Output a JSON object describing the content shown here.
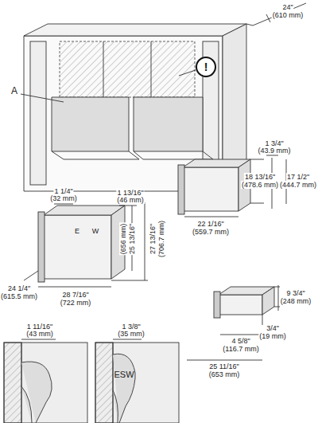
{
  "diagram": {
    "nodes": [
      {
        "text": [
          "!"
        ]
      }
    ],
    "labels": [
      "24\"",
      "(610 mm)",
      "A",
      "1 3/4\"",
      "(43.9 mm)",
      "18 13/16\"",
      "(478.6 mm)",
      "17 1/2\"",
      "(444.7 mm)",
      "22 1/16\"",
      "(559.7 mm)",
      "1 1/4\"",
      "(32 mm)",
      "1 13/16\"",
      "(46 mm)",
      "25 13/16\"",
      "(656 mm)",
      "27 13/16\"",
      "(706.7 mm)",
      "24 1/4\"",
      "(615.5 mm)",
      "28 7/16\"",
      "(722 mm)",
      "E",
      "W",
      "9 3/4\"",
      "(248 mm)",
      "3/4\"",
      "(19 mm)",
      "4 5/8\"",
      "(116.7 mm)",
      "25 11/16\"",
      "(653 mm)",
      "1 11/16\"",
      "(43 mm)",
      "1 3/8\"",
      "(35 mm)",
      "ESW"
    ]
  }
}
